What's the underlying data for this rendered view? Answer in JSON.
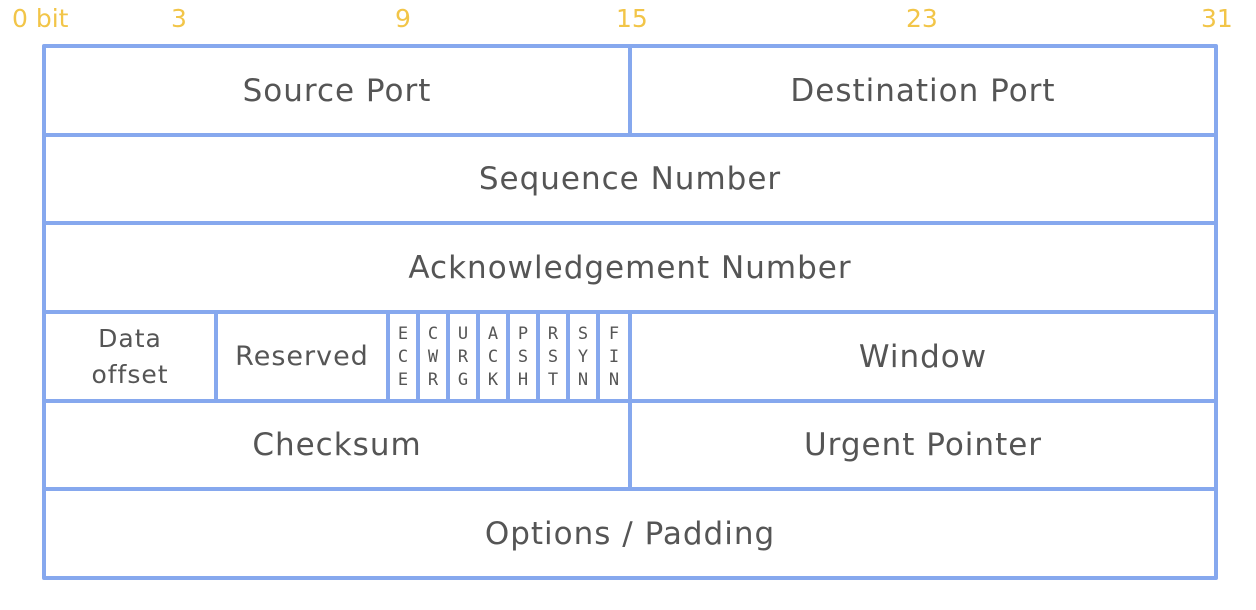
{
  "bit_labels": [
    "0 bit",
    "3",
    "9",
    "15",
    "23",
    "31"
  ],
  "fields": {
    "source_port": "Source Port",
    "destination_port": "Destination Port",
    "sequence_number": "Sequence Number",
    "acknowledgement_number": "Acknowledgement Number",
    "data_offset_line1": "Data",
    "data_offset_line2": "offset",
    "reserved": "Reserved",
    "window": "Window",
    "checksum": "Checksum",
    "urgent_pointer": "Urgent Pointer",
    "options_padding": "Options / Padding"
  },
  "flags": [
    {
      "name": "ECE",
      "letters": [
        "E",
        "C",
        "E"
      ]
    },
    {
      "name": "CWR",
      "letters": [
        "C",
        "W",
        "R"
      ]
    },
    {
      "name": "URG",
      "letters": [
        "U",
        "R",
        "G"
      ]
    },
    {
      "name": "ACK",
      "letters": [
        "A",
        "C",
        "K"
      ]
    },
    {
      "name": "PSH",
      "letters": [
        "P",
        "S",
        "H"
      ]
    },
    {
      "name": "RST",
      "letters": [
        "R",
        "S",
        "T"
      ]
    },
    {
      "name": "SYN",
      "letters": [
        "S",
        "Y",
        "N"
      ]
    },
    {
      "name": "FIN",
      "letters": [
        "F",
        "I",
        "N"
      ]
    }
  ],
  "colors": {
    "border": "#86a8ee",
    "bit_label": "#f2c548",
    "text": "#555555"
  }
}
